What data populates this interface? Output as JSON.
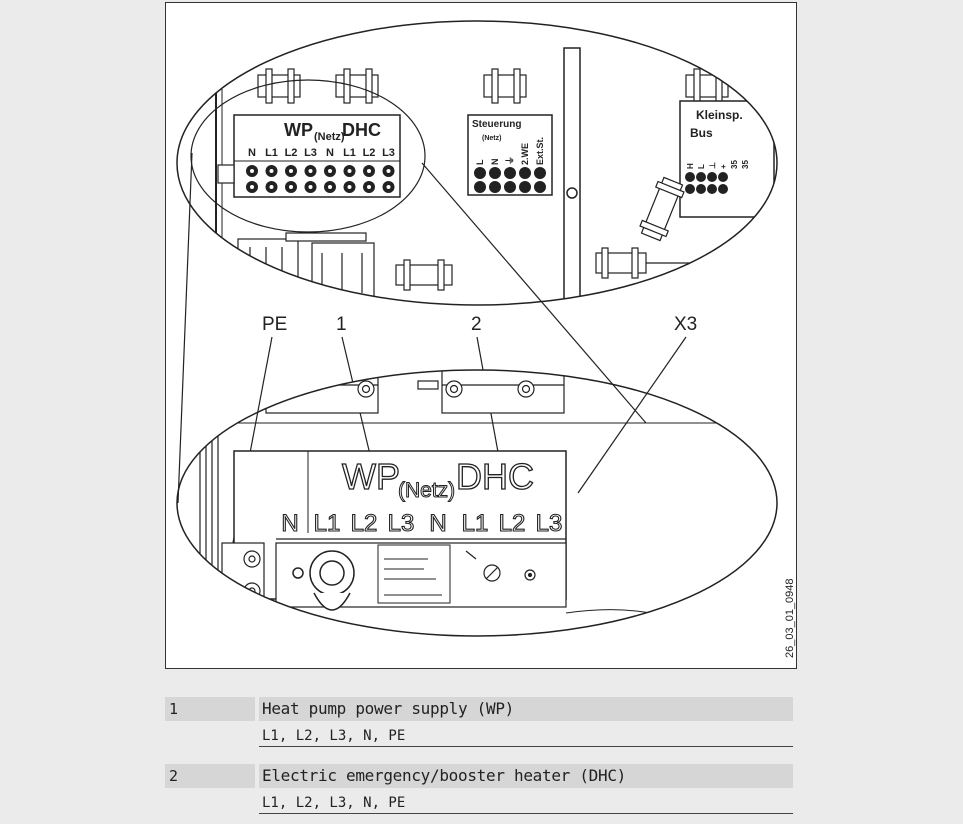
{
  "figure": {
    "code": "26_03_01_0948",
    "callouts": {
      "pe": "PE",
      "one": "1",
      "two": "2",
      "x3": "X3"
    },
    "top_detail": {
      "terminal_header_left": "WP",
      "terminal_header_mid": "(Netz)",
      "terminal_header_right": "DHC",
      "terminals": [
        "N",
        "L1",
        "L2",
        "L3",
        "N",
        "L1",
        "L2",
        "L3"
      ],
      "steuerung_title": "Steuerung",
      "steuerung_sub": "(Netz)",
      "steuerung_labels": [
        "L",
        "N",
        "⏚",
        "2.WE",
        "Ext.St."
      ],
      "bus_title": "Kleinsp.",
      "bus_sub": "Bus",
      "bus_labels": [
        "H",
        "L",
        "⊥",
        "+",
        "35",
        "35"
      ]
    },
    "bottom_detail": {
      "header_left": "WP",
      "header_mid": "(Netz)",
      "header_right": "DHC",
      "terminals": [
        "N",
        "L1",
        "L2",
        "L3",
        "N",
        "L1",
        "L2",
        "L3"
      ]
    }
  },
  "legend": [
    {
      "number": "1",
      "title": "Heat pump power supply (WP)",
      "detail": "L1, L2, L3, N, PE"
    },
    {
      "number": "2",
      "title": "Electric emergency/booster heater (DHC)",
      "detail": "L1, L2, L3, N, PE"
    }
  ]
}
